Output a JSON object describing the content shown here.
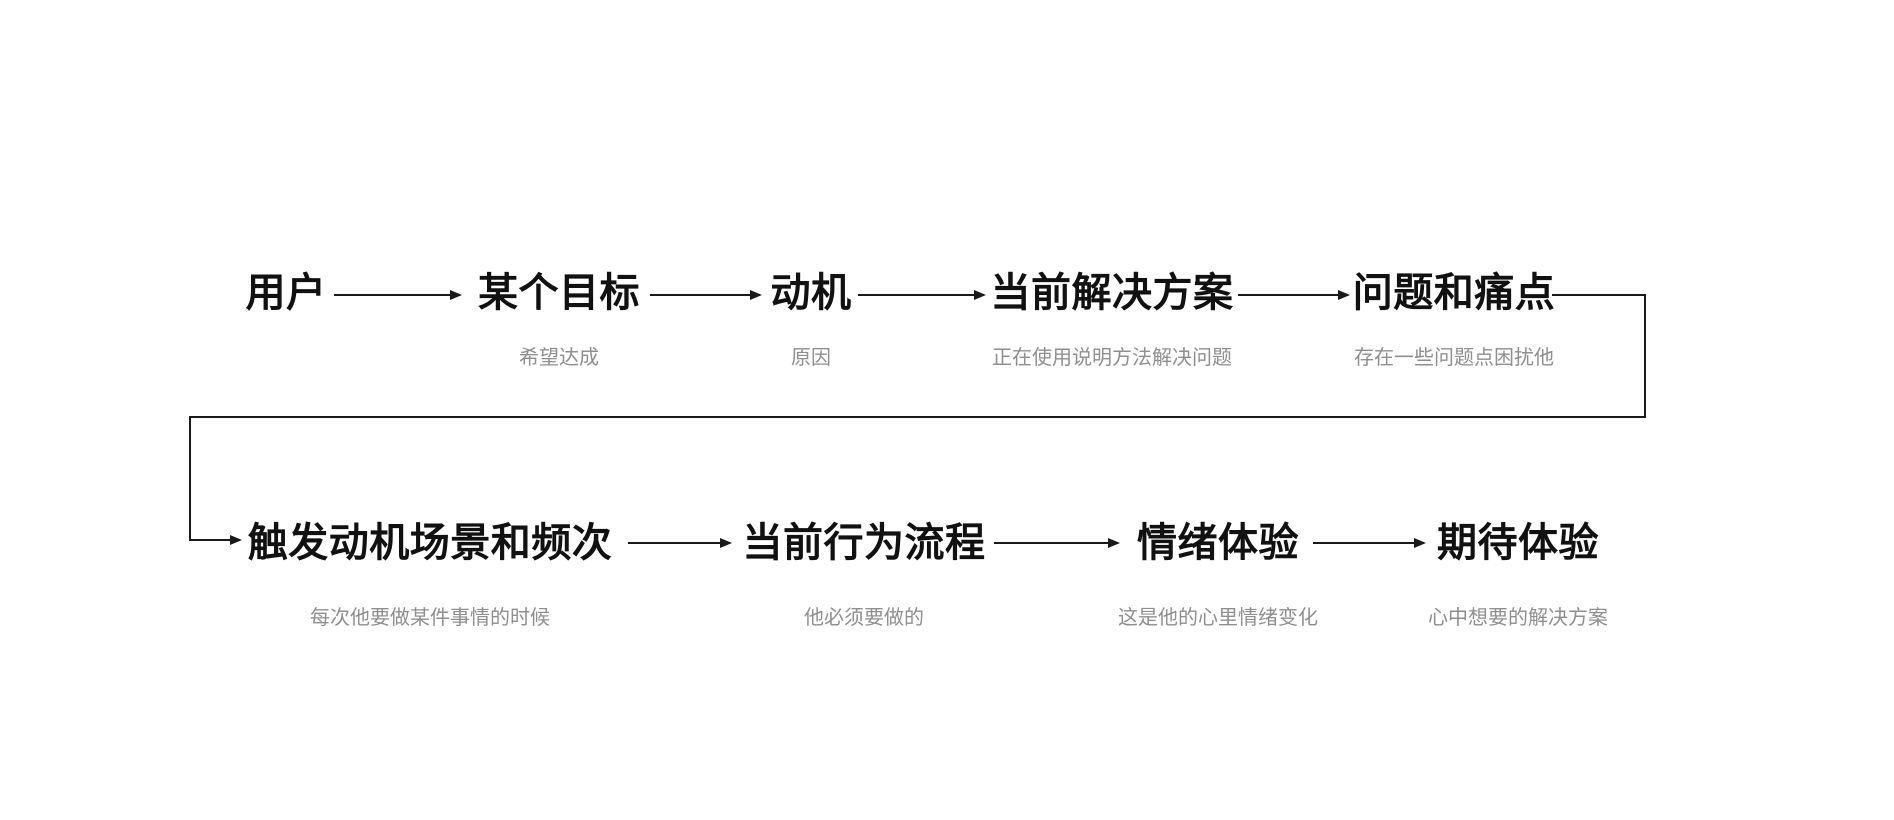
{
  "canvas": {
    "background": "#ffffff",
    "line_color": "#1a1a1a",
    "title_color": "#111111",
    "subtitle_color": "#8f8f8f"
  },
  "flow": {
    "row1": [
      {
        "title": "用户",
        "subtitle": ""
      },
      {
        "title": "某个目标",
        "subtitle": "希望达成"
      },
      {
        "title": "动机",
        "subtitle": "原因"
      },
      {
        "title": "当前解决方案",
        "subtitle": "正在使用说明方法解决问题"
      },
      {
        "title": "问题和痛点",
        "subtitle": "存在一些问题点困扰他"
      }
    ],
    "row2": [
      {
        "title": "触发动机场景和频次",
        "subtitle": "每次他要做某件事情的时候"
      },
      {
        "title": "当前行为流程",
        "subtitle": "他必须要做的"
      },
      {
        "title": "情绪体验",
        "subtitle": "这是他的心里情绪变化"
      },
      {
        "title": "期待体验",
        "subtitle": "心中想要的解决方案"
      }
    ]
  }
}
